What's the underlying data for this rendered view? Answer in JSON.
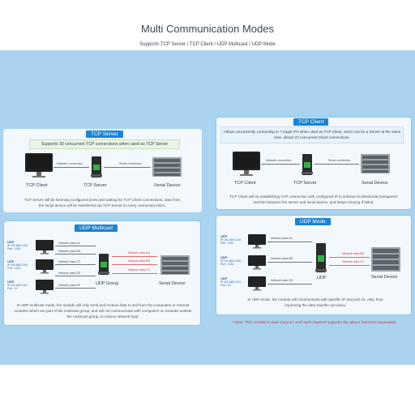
{
  "page": {
    "title": "Multi Communication Modes",
    "subtitle": "Supports TCP Server / TCP Client / UDP Multicast / UDP Mode"
  },
  "tcp_server": {
    "badge": "TCP Server",
    "highlight": "Supports 30 concurrent TCP connections when used as TCP Server",
    "client_label": "TCP Client",
    "server_label": "TCP Server",
    "serial_label": "Serial Device",
    "network_connection": "Network connection",
    "serial_connection": "Serial connection",
    "desc": "TCP Server will be listening configured ports and waiting for TCP Client connections, data from the serial device will be transferred via TCP Server to every connected client."
  },
  "tcp_client": {
    "badge": "TCP Client",
    "highlight": "Allows concurrently connecting to 7 target IPs when used as TCP Client, and it can be a Server at the same time, allows 22 concurrent Client connections.",
    "client_label": "TCP Client",
    "server_label": "TCP Server",
    "serial_label": "Serial Device",
    "network_connection": "Network connection",
    "serial_connection": "Serial connection",
    "desc": "TCP Client will try establishing TCP connection with configured IP to achieve bi-directional transparent transfer between the server and serial device, and keeps retrying if failed."
  },
  "udp_multicast": {
    "badge": "UDP Multicast",
    "devices": [
      {
        "title": "UDP",
        "ip": "IP:192.168.0.100",
        "port": "Port : 1234"
      },
      {
        "title": "UDP",
        "ip": "IP:192.168.0.200",
        "port": "Port : 1234"
      },
      {
        "title": "UDP",
        "ip": "IP:192.168.0.101",
        "port": "Port : 10"
      }
    ],
    "data_labels": [
      "Network data AA",
      "Network data BB",
      "Network data CC",
      "Network data DD",
      "Network data EE"
    ],
    "red_labels": [
      "Network data AA",
      "Network data BB",
      "Network data CC"
    ],
    "group_label": "UDP Group",
    "serial_label": "Serial Device",
    "desc": "In UDP multicast mode, the module will only send and receive data to and from the computers or Internet modules which are part of the multicast group, and will not communicate with computers or modules outside the multicast group, to reduce network load."
  },
  "udp_mode": {
    "badge": "UDP Mode",
    "devices": [
      {
        "title": "UDP",
        "ip": "IP:192.168.0.100",
        "port": "Port : 1234"
      },
      {
        "title": "UDP",
        "ip": "IP:192.168.0.200",
        "port": "Port : 1234"
      },
      {
        "title": "UDP",
        "ip": "IP:192.168.0.101",
        "port": "Port : 10"
      }
    ],
    "data_labels": [
      "Network data AA",
      "Network data BB",
      "Network data DD"
    ],
    "red_labels": [
      "Network data BB",
      "Network data CC"
    ],
    "udp_label": "UDP",
    "serial_label": "Serial Device",
    "desc": "In UDP mode, the module will communicate with specific IP and port no. only, thus improving the data transfer accuracy."
  },
  "footnote": "* Note: This module is dual-channel, and each channel supports the above functions separately.",
  "colors": {
    "background": "#a9d3ee",
    "panel": "#f3f8fc",
    "badge": "#1d83d3",
    "warning": "#d83b3b",
    "device_green": "#34b04a"
  }
}
